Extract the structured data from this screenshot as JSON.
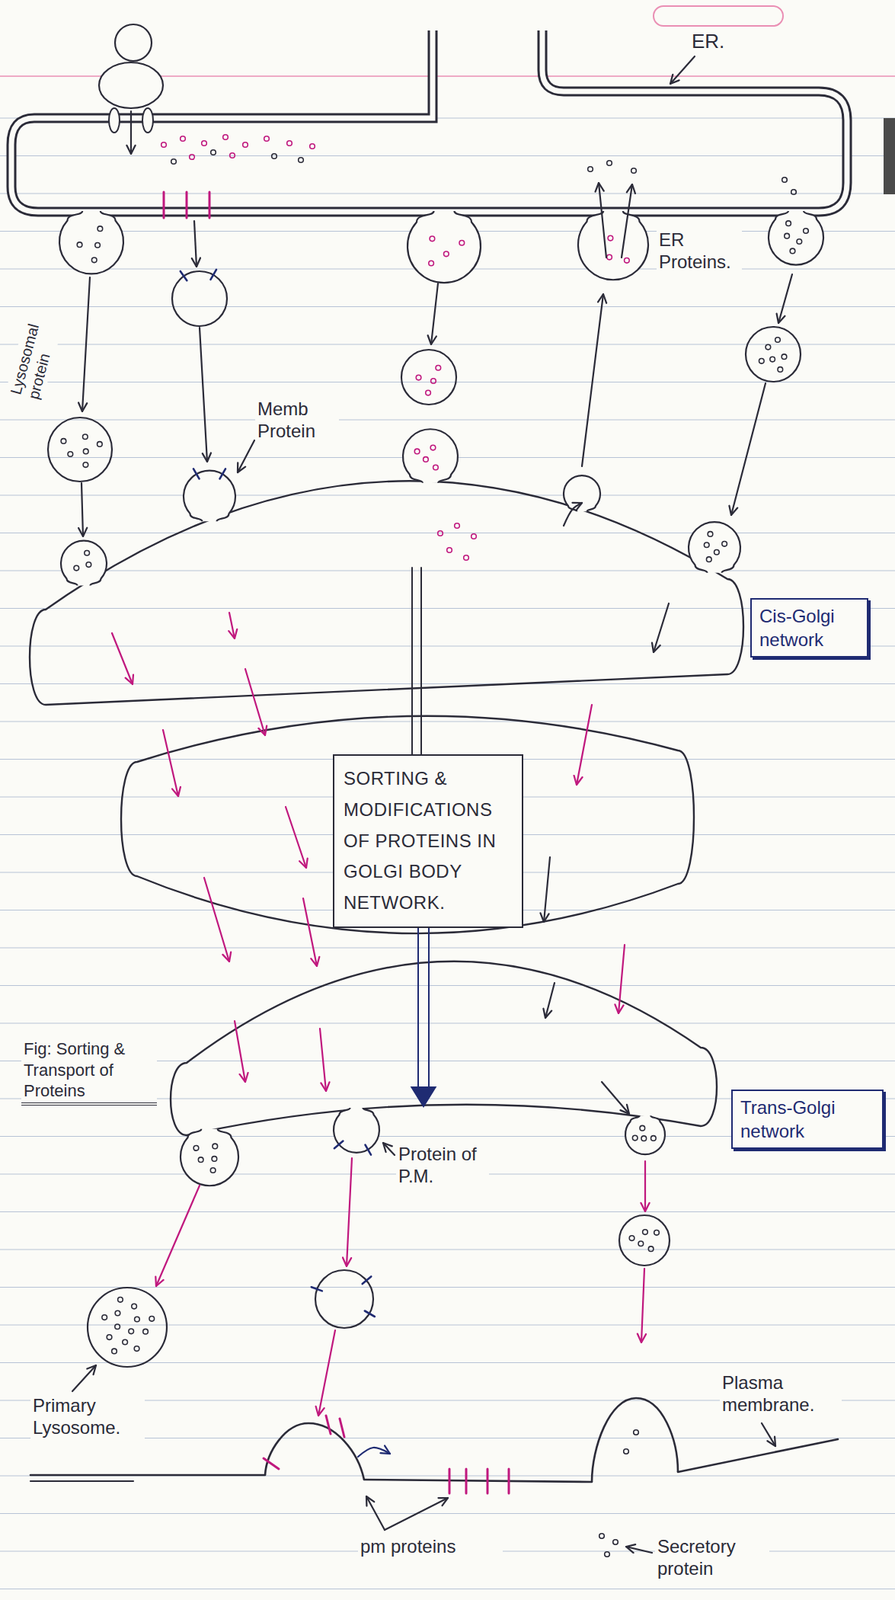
{
  "diagram": {
    "caption": "Fig: Sorting & Transport of Proteins",
    "nodes": [
      {
        "text": [
          "Cis-Golgi network"
        ]
      },
      {
        "text": [
          "SORTING & MODIFICATIONS OF PROTEINS IN GOLGI BODY NETWORK."
        ]
      },
      {
        "text": [
          "Trans-Golgi network"
        ]
      }
    ],
    "labels": [
      "ER.",
      "ER Proteins.",
      "Lysosomal protein",
      "Memb Protein",
      "Protein of P.M.",
      "Primary Lysosome.",
      "Plasma membrane.",
      "pm proteins",
      "Secretory protein"
    ]
  }
}
